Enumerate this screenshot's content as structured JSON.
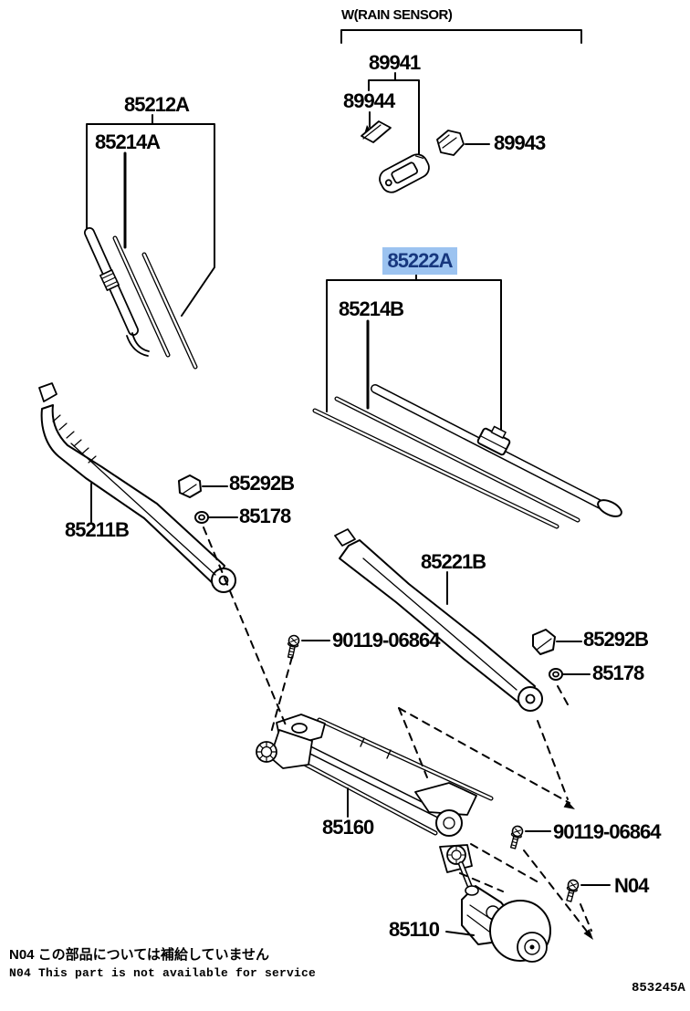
{
  "header": {
    "rain_sensor_note": "W(RAIN SENSOR)"
  },
  "highlight": {
    "bg": "#9cc3f0",
    "text": "#17377e"
  },
  "art_color": "#000000",
  "labels": {
    "p89941": "89941",
    "p89944": "89944",
    "p89943": "89943",
    "p85212a": "85212A",
    "p85214a": "85214A",
    "p85222a": "85222A",
    "p85214b": "85214B",
    "p85292b_left": "85292B",
    "p85178_left": "85178",
    "p85211b": "85211B",
    "p85221b": "85221B",
    "p90119_left": "90119-06864",
    "p85292b_right": "85292B",
    "p85178_right": "85178",
    "p85160": "85160",
    "p90119_right": "90119-06864",
    "n04_ref": "N04",
    "p85110": "85110"
  },
  "notes": {
    "jp": "N04 この部品については補給していません",
    "en": "N04 This part is not available for service"
  },
  "diagram_code": "853245A"
}
